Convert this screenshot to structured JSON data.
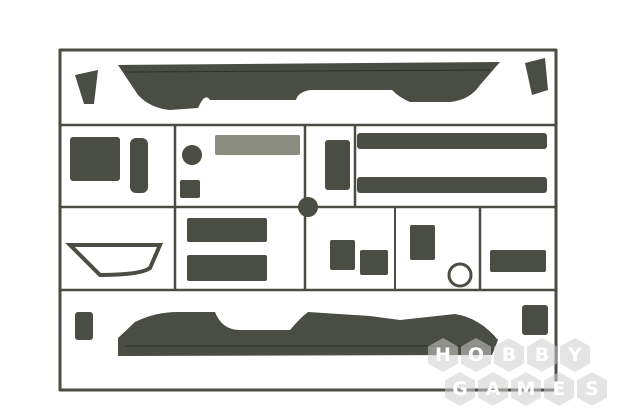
{
  "photo": {
    "subject": "sprue",
    "plastic_color": "#4a4d43",
    "background_color": "#ffffff"
  },
  "watermark": {
    "line1": [
      "H",
      "O",
      "B",
      "B",
      "Y"
    ],
    "line2": [
      "G",
      "A",
      "M",
      "E",
      "S"
    ],
    "hex_color": "#cfcfcf",
    "text_color": "#ffffff"
  }
}
